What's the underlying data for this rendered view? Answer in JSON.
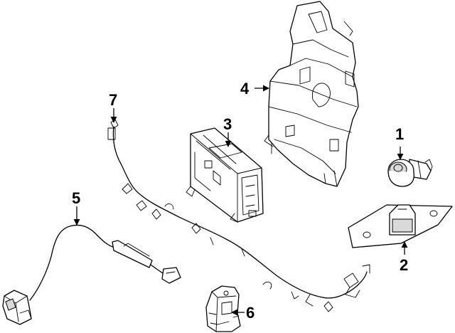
{
  "callouts": [
    {
      "id": "1",
      "label": "1"
    },
    {
      "id": "2",
      "label": "2"
    },
    {
      "id": "3",
      "label": "3"
    },
    {
      "id": "4",
      "label": "4"
    },
    {
      "id": "5",
      "label": "5"
    },
    {
      "id": "6",
      "label": "6"
    },
    {
      "id": "7",
      "label": "7"
    }
  ],
  "colors": {
    "line": "#000000",
    "background": "#ffffff",
    "shade": "#d9d9d9"
  }
}
